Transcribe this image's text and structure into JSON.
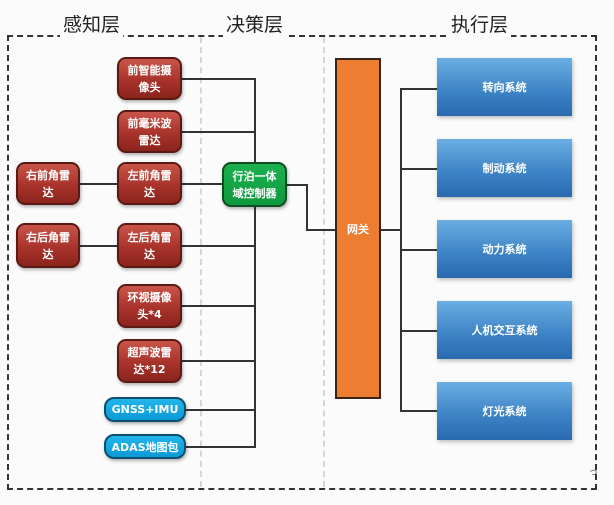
{
  "headers": {
    "perception": "感知层",
    "decision": "决策层",
    "execution": "执行层"
  },
  "perception": {
    "sensors_inner": [
      {
        "label": "前智能摄像头"
      },
      {
        "label": "前毫米波雷达"
      },
      {
        "label": "左前角雷达"
      },
      {
        "label": "左后角雷达"
      },
      {
        "label": "环视摄像头*4"
      },
      {
        "label": "超声波雷达*12"
      }
    ],
    "sensors_outer": [
      {
        "label": "右前角雷达"
      },
      {
        "label": "右后角雷达"
      }
    ],
    "inputs": [
      {
        "label": "GNSS+IMU"
      },
      {
        "label": "ADAS地图包"
      }
    ]
  },
  "decision": {
    "controller": "行泊一体域控制器"
  },
  "gateway": {
    "label": "网关"
  },
  "execution": {
    "systems": [
      {
        "label": "转向系统"
      },
      {
        "label": "制动系统"
      },
      {
        "label": "动力系统"
      },
      {
        "label": "人机交互系统"
      },
      {
        "label": "灯光系统"
      }
    ]
  },
  "watermark": "づ",
  "colors": {
    "sensor_red": "#a8332b",
    "input_blue": "#0a9ad6",
    "controller_green": "#0d9a3c",
    "gateway_orange": "#ed7d31",
    "exec_blue": "#3b82c4"
  }
}
